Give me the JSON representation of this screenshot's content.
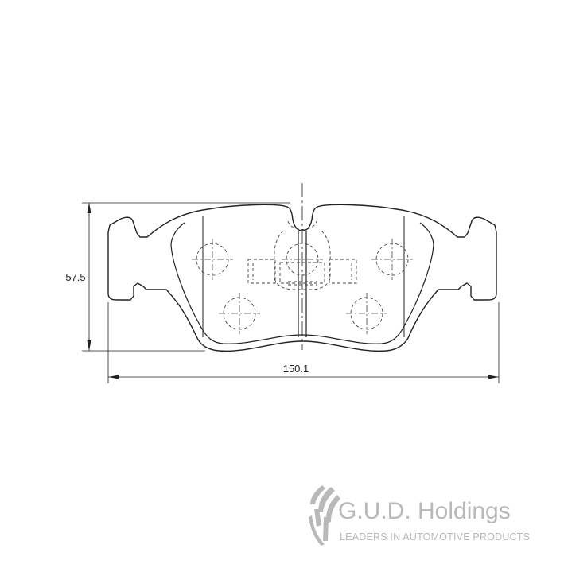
{
  "dimensions": {
    "height_label": "57.5",
    "width_label": "150.1"
  },
  "logo": {
    "company": "G.U.D. Holdings",
    "tagline": "LEADERS IN AUTOMOTIVE PRODUCTS",
    "color": "#b9b9b9"
  },
  "colors": {
    "line": "#222222",
    "hidden_line": "#444444"
  }
}
